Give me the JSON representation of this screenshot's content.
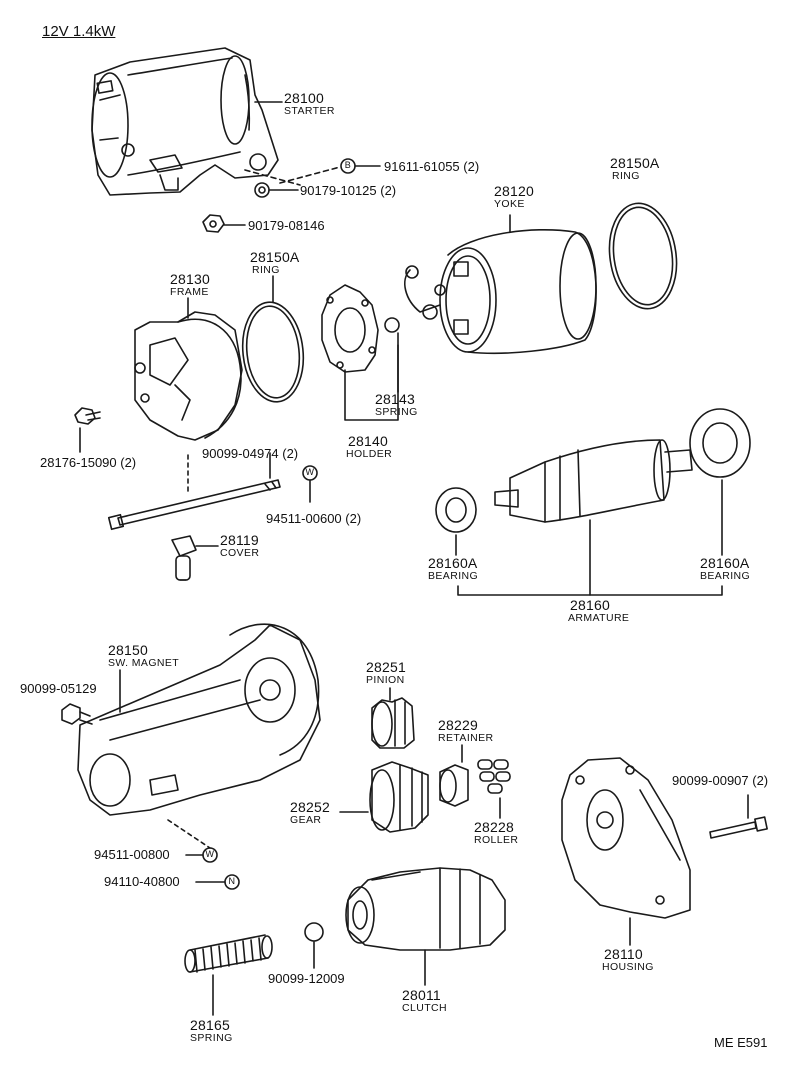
{
  "title": "12V 1.4kW",
  "footer_code": "ME E591",
  "symbols": {
    "b": "B",
    "w": "W",
    "n": "N"
  },
  "parts": {
    "starter": {
      "number": "28100",
      "name": "STARTER"
    },
    "ring_a": {
      "number": "28150A",
      "name": "RING"
    },
    "yoke": {
      "number": "28120",
      "name": "YOKE"
    },
    "ring_b": {
      "number": "28150A",
      "name": "RING"
    },
    "frame": {
      "number": "28130",
      "name": "FRAME"
    },
    "spring_holder": {
      "number": "28143",
      "name": "SPRING"
    },
    "holder": {
      "number": "28140",
      "name": "HOLDER"
    },
    "cover": {
      "number": "28119",
      "name": "COVER"
    },
    "bearing_l": {
      "number": "28160A",
      "name": "BEARING"
    },
    "bearing_r": {
      "number": "28160A",
      "name": "BEARING"
    },
    "armature": {
      "number": "28160",
      "name": "ARMATURE"
    },
    "sw_magnet": {
      "number": "28150",
      "name": "SW. MAGNET"
    },
    "pinion": {
      "number": "28251",
      "name": "PINION"
    },
    "retainer": {
      "number": "28229",
      "name": "RETAINER"
    },
    "gear": {
      "number": "28252",
      "name": "GEAR"
    },
    "roller": {
      "number": "28228",
      "name": "ROLLER"
    },
    "housing": {
      "number": "28110",
      "name": "HOUSING"
    },
    "clutch": {
      "number": "28011",
      "name": "CLUTCH"
    },
    "spring": {
      "number": "28165",
      "name": "SPRING"
    }
  },
  "fasteners": {
    "f1": "91611-61055 (2)",
    "f2": "90179-10125 (2)",
    "f3": "90179-08146",
    "f4": "28176-15090 (2)",
    "f5": "90099-04974 (2)",
    "f6": "94511-00600 (2)",
    "f7": "90099-05129",
    "f8": "94511-00800",
    "f9": "94110-40800",
    "f10": "90099-00907 (2)",
    "f11": "90099-12009"
  }
}
